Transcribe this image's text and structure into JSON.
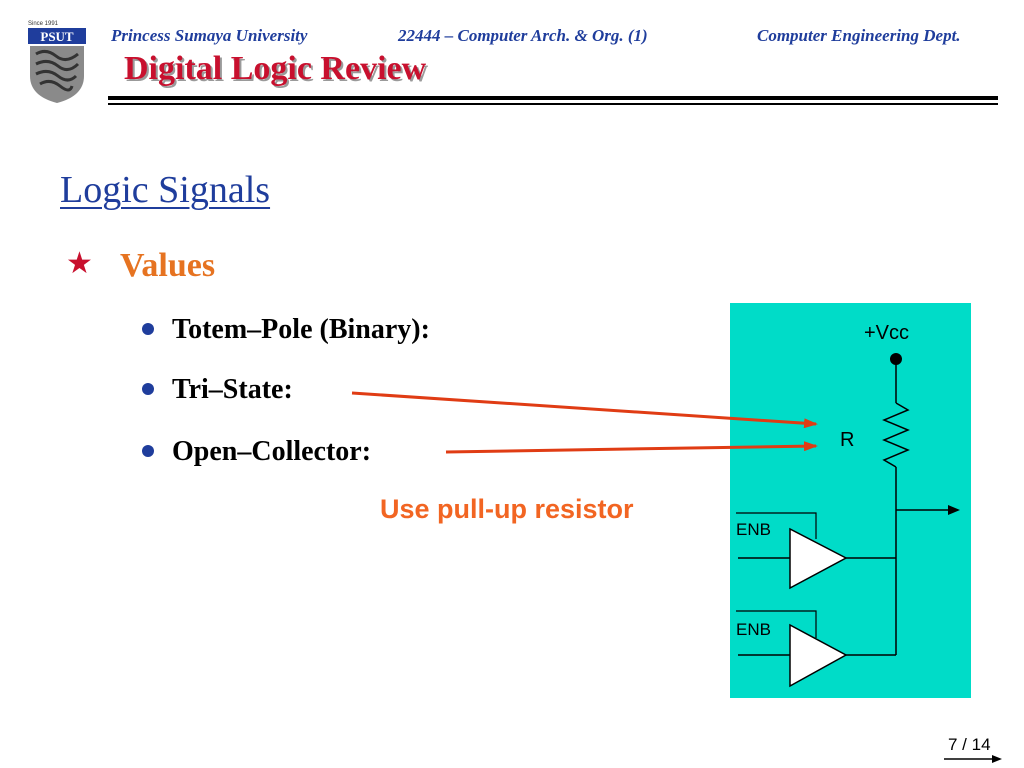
{
  "header": {
    "university": "Princess Sumaya University",
    "course": "22444 – Computer Arch. & Org. (1)",
    "department": "Computer Engineering Dept.",
    "deck_title": "Digital Logic Review",
    "logo": {
      "since": "Since 1991",
      "abbr": "PSUT"
    }
  },
  "slide": {
    "heading": "Logic Signals",
    "bullet": "Values",
    "items": [
      "Totem–Pole (Binary):",
      "Tri–State:",
      "Open–Collector:"
    ],
    "note": "Use pull-up resistor"
  },
  "circuit": {
    "vcc_label": "+Vcc",
    "resistor_label": "R",
    "enable_labels": [
      "ENB",
      "ENB"
    ]
  },
  "footer": {
    "page": "7 / 14"
  },
  "colors": {
    "header_blue": "#1f3d9c",
    "title_red": "#c8102e",
    "bullet_orange": "#e67321",
    "arrow_red": "#e03c14",
    "circuit_bg": "#00dcc8"
  },
  "icons": {
    "bullet_main": "star-icon",
    "bullet_sub": "dot-icon"
  }
}
